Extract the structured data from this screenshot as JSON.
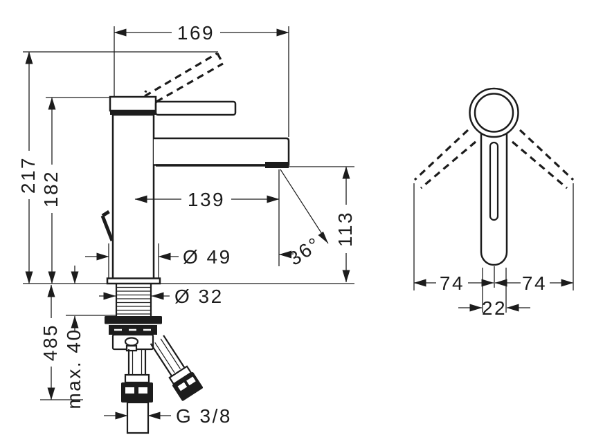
{
  "drawing": {
    "type": "faucet-installation-dimension-drawing",
    "colors": {
      "line": "#1c1c1c",
      "background": "#ffffff"
    },
    "labels": {
      "width_total": "169",
      "height_total": "217",
      "height_handle": "182",
      "spout_reach": "139",
      "outlet_height": "113",
      "stream_angle": "36°",
      "base_diameter": "Ø 49",
      "shank_diameter": "Ø 32",
      "hose_length": "485",
      "max_mounting_depth": "max. 40",
      "thread_size": "G 3/8",
      "swing_left": "74",
      "swing_right": "74",
      "handle_width": "22"
    }
  }
}
